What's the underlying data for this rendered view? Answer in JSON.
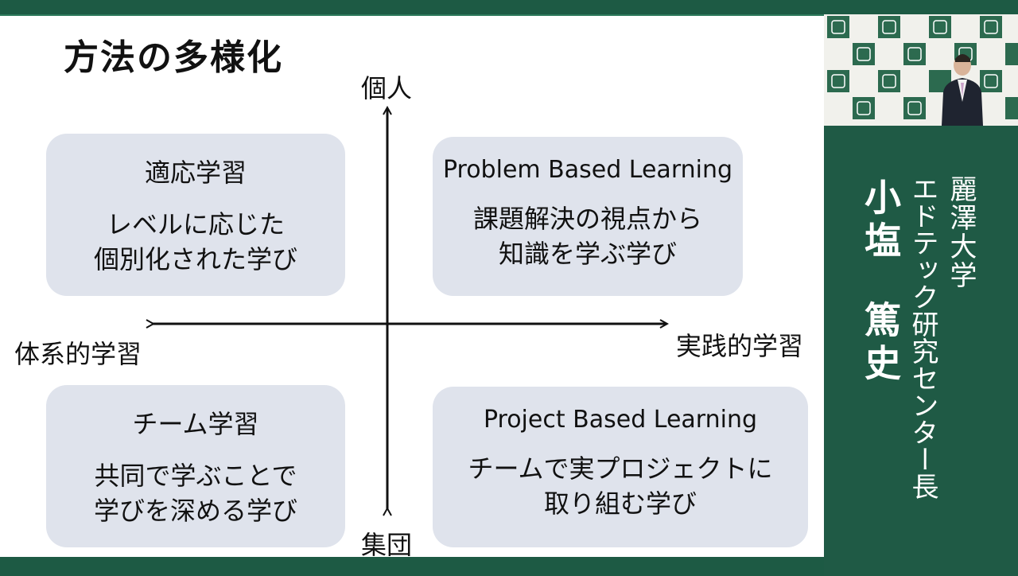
{
  "slide": {
    "title": "方法の多様化",
    "axes": {
      "top": "個人",
      "bottom": "集団",
      "left": "体系的学習",
      "right": "実践的学習"
    },
    "quadrants": [
      {
        "heading": "適応学習",
        "body1": "レベルに応じた",
        "body2": "個別化された学び"
      },
      {
        "heading": "Problem Based Learning",
        "body1": "課題解決の視点から",
        "body2": "知識を学ぶ学び"
      },
      {
        "heading": "チーム学習",
        "body1": "共同で学ぶことで",
        "body2": "学びを深める学び"
      },
      {
        "heading": "Project Based Learning",
        "body1": "チームで実プロジェクトに",
        "body2": "取り組む学び"
      }
    ]
  },
  "speaker": {
    "affiliation": "麗澤大学",
    "position": "エドテック研究センター長",
    "surname": "小塩",
    "given_name": "篤史"
  },
  "colors": {
    "frame_green": "#1d5a44",
    "box_fill": "#dfe3ec"
  }
}
